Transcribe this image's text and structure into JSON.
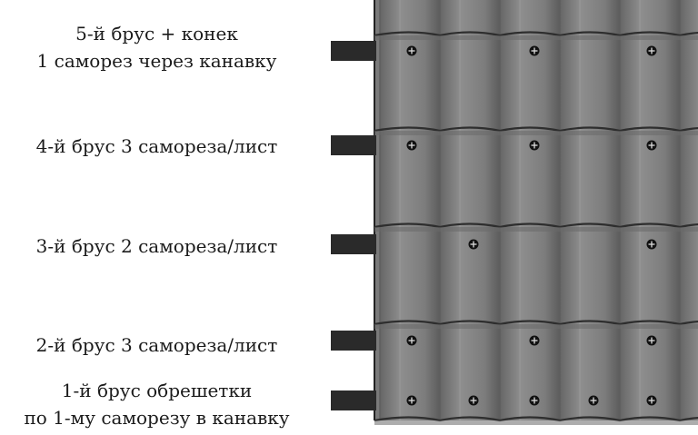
{
  "labels": {
    "batten5": {
      "line1": "5-й брус + конек",
      "line2": "1 саморез через канавку"
    },
    "batten4": {
      "line1": "4-й брус 3 самореза/лист"
    },
    "batten3": {
      "line1": "3-й брус 2 самореза/лист"
    },
    "batten2": {
      "line1": "2-й брус 3 самореза/лист"
    },
    "batten1": {
      "line1": "1-й брус обрешетки",
      "line2": "по 1-му саморезу в канавку"
    }
  },
  "colors": {
    "sheet": "#7a7a7a",
    "sheet_light": "#8c8c8c",
    "sheet_dark": "#5e5e5e",
    "batten": "#2a2a2a",
    "screw": "#111111",
    "text": "#1b1b1b"
  },
  "screws_per_batten": {
    "batten5": 3,
    "batten4": 3,
    "batten3": 2,
    "batten2": 3,
    "batten1": 5
  }
}
